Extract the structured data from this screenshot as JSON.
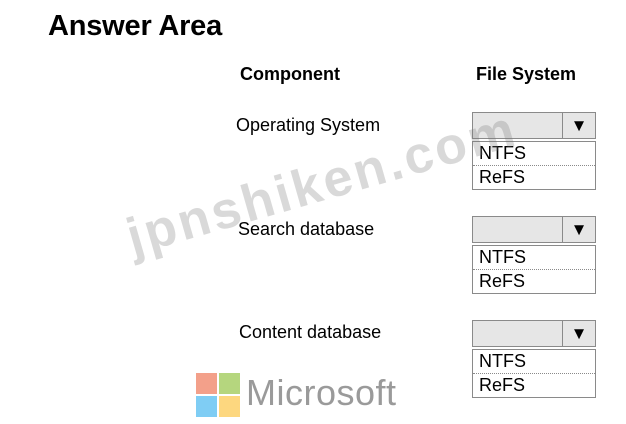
{
  "title": "Answer Area",
  "headers": {
    "component": "Component",
    "file_system": "File System"
  },
  "rows": [
    {
      "label": "Operating System",
      "options": [
        "NTFS",
        "ReFS"
      ]
    },
    {
      "label": "Search database",
      "options": [
        "NTFS",
        "ReFS"
      ]
    },
    {
      "label": "Content database",
      "options": [
        "NTFS",
        "ReFS"
      ]
    }
  ],
  "dropdown_arrow_icon": "triangle-down-icon",
  "watermark": "jpnshiken.com",
  "brand": {
    "name": "Microsoft",
    "colors": {
      "red": "#f35325",
      "green": "#81bc06",
      "blue": "#05a6f0",
      "yellow": "#ffba08"
    }
  }
}
